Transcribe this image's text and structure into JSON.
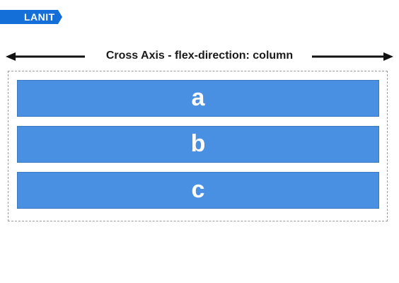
{
  "logo": {
    "text": "LANIT"
  },
  "axis": {
    "label": "Cross Axis - flex-direction: column"
  },
  "items": [
    {
      "label": "a"
    },
    {
      "label": "b"
    },
    {
      "label": "c"
    }
  ],
  "colors": {
    "item_fill": "#4a90e2",
    "logo_fill": "#1470d8",
    "container_border": "#9a9a9a",
    "arrow": "#111111"
  }
}
